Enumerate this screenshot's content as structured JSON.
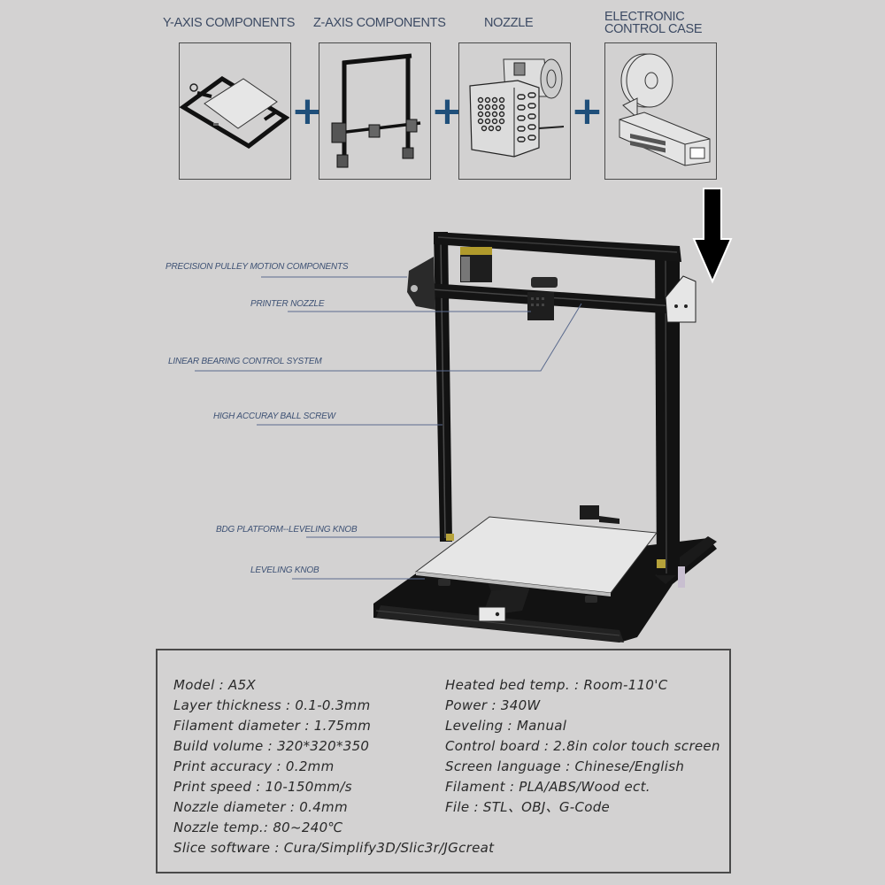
{
  "components": [
    {
      "id": "y-axis",
      "title": "Y-AXIS COMPONENTS",
      "icon": "y-axis-bed-icon"
    },
    {
      "id": "z-axis",
      "title": "Z-AXIS COMPONENTS",
      "icon": "z-axis-frame-icon"
    },
    {
      "id": "nozzle",
      "title": "NOZZLE",
      "icon": "nozzle-hotend-icon"
    },
    {
      "id": "control-case",
      "title_line1": "ELECTRONIC",
      "title_line2": "CONTROL CASE",
      "icon": "control-case-icon"
    }
  ],
  "plus_symbol": "+",
  "callouts": [
    {
      "id": "pulley",
      "label": "PRECISION PULLEY MOTION COMPONENTS"
    },
    {
      "id": "nozzle",
      "label": "PRINTER NOZZLE"
    },
    {
      "id": "bearing",
      "label": "LINEAR BEARING CONTROL SYSTEM"
    },
    {
      "id": "ballscrew",
      "label": "HIGH ACCURAY BALL SCREW"
    },
    {
      "id": "platform",
      "label": "BDG PLATFORM--LEVELING KNOB"
    },
    {
      "id": "knob",
      "label": "LEVELING KNOB"
    }
  ],
  "colors": {
    "background": "#d3d2d2",
    "title_text": "#3c4a63",
    "callout_text": "#3d5174",
    "plus": "#1f4f7a",
    "leader_line": "#5b6b8e",
    "frame": "#151515",
    "bed": "#e3e3e3"
  },
  "specs": {
    "left": [
      "Model : A5X",
      "Layer thickness : 0.1-0.3mm",
      "Filament diameter : 1.75mm",
      "Build volume : 320*320*350",
      "Print accuracy : 0.2mm",
      "Print speed : 10-150mm/s",
      "Nozzle diameter : 0.4mm",
      "Nozzle temp.: 80~240℃",
      "Slice software : Cura/Simplify3D/Slic3r/JGcreat"
    ],
    "right": [
      "Heated bed temp. : Room-110'C",
      "Power : 340W",
      "Leveling : Manual",
      "Control board :  2.8in color touch screen",
      "Screen language  : Chinese/English",
      "Filament : PLA/ABS/Wood ect.",
      "File :  STL、OBJ、G-Code"
    ]
  }
}
